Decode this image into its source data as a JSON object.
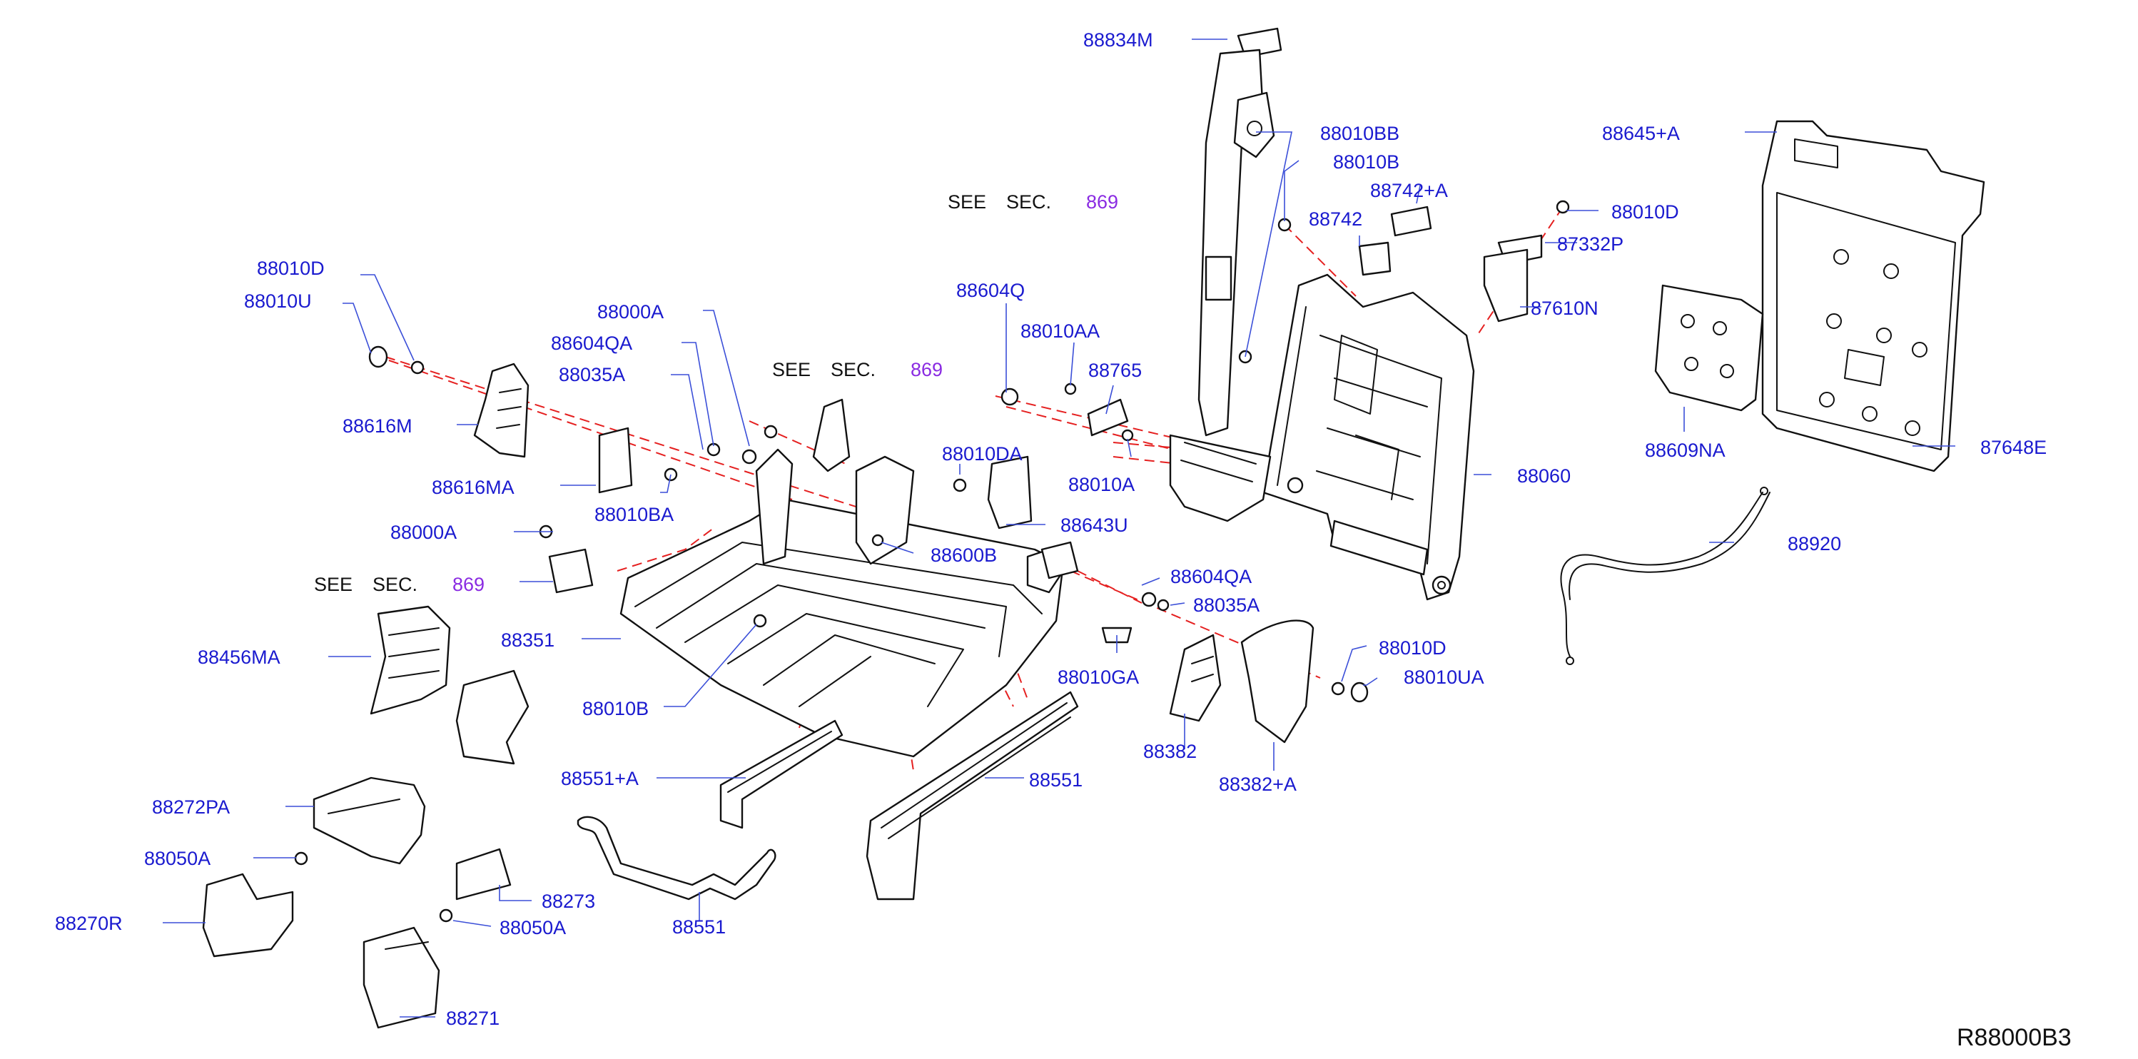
{
  "diagram_code": "R88000B3",
  "colors": {
    "label": "#1a1acf",
    "section": "#8a2be2",
    "dashed": "#e52020",
    "line": "#111111"
  },
  "see_sec": [
    {
      "see": "SEE",
      "sec": "SEC.",
      "num": "869"
    },
    {
      "see": "SEE",
      "sec": "SEC.",
      "num": "869"
    },
    {
      "see": "SEE",
      "sec": "SEC.",
      "num": "869"
    }
  ],
  "labels": [
    "88834M",
    "88010BB",
    "88010B",
    "88742+A",
    "88742",
    "88645+A",
    "88010D",
    "87332P",
    "87610N",
    "88010D",
    "88010U",
    "88000A",
    "88604QA",
    "88035A",
    "88616M",
    "88616MA",
    "88010BA",
    "88604Q",
    "88010AA",
    "88765",
    "88010DA",
    "88010A",
    "88643U",
    "88060",
    "88609NA",
    "87648E",
    "88000A",
    "88600B",
    "88604QA",
    "88035A",
    "88010D",
    "88010UA",
    "88456MA",
    "88351",
    "88010GA",
    "88010B",
    "88382",
    "88382+A",
    "88920",
    "88551+A",
    "88551",
    "88272PA",
    "88050A",
    "88273",
    "88270R",
    "88050A",
    "88551",
    "88271"
  ]
}
